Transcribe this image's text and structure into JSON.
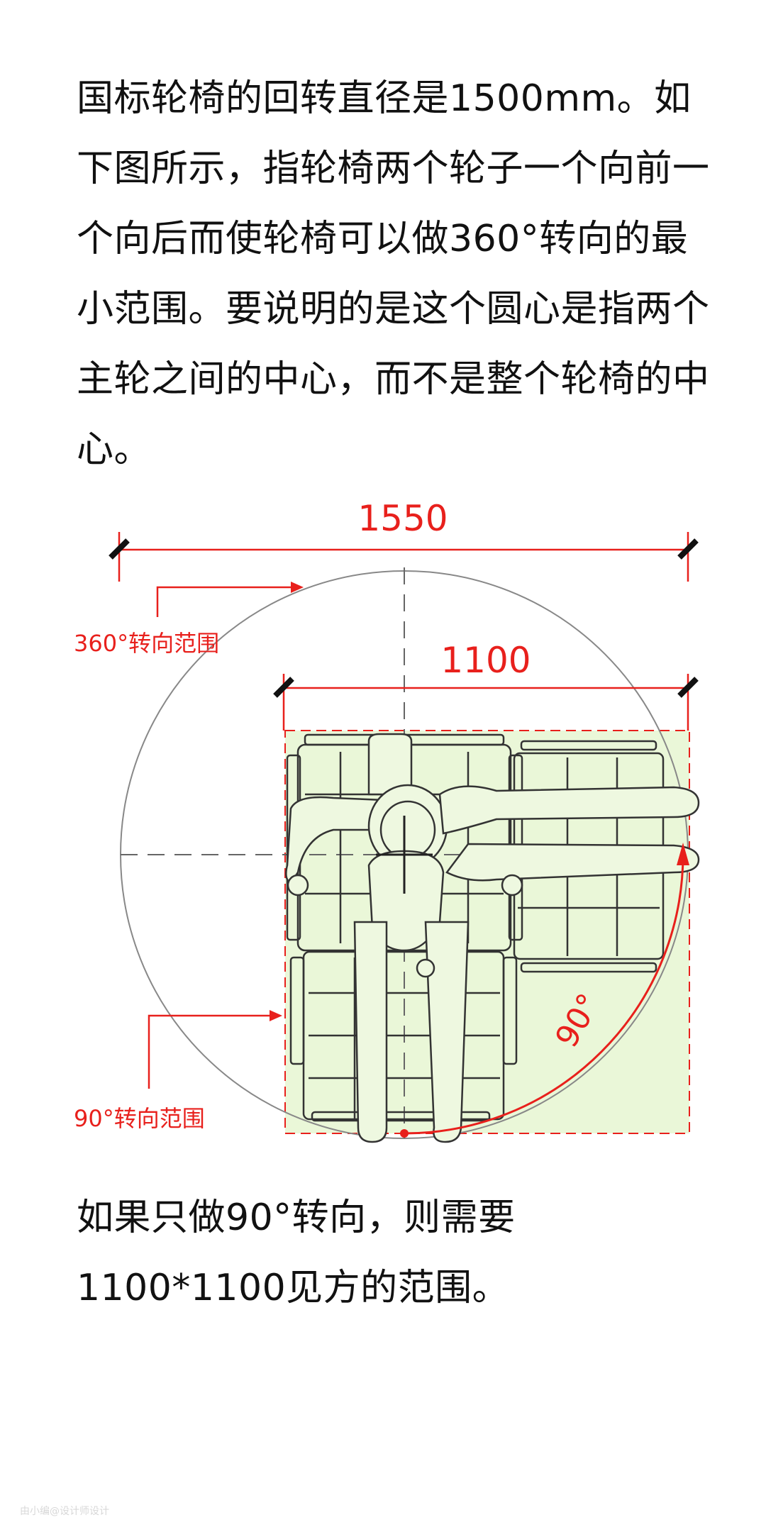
{
  "text": {
    "intro": "国标轮椅的回转直径是1500mm。如下图所示，指轮椅两个轮子一个向前一个向后而使轮椅可以做360°转向的最小范围。要说明的是这个圆心是指两个主轮之间的中心，而不是整个轮椅的中心。",
    "conclusion": "如果只做90°转向，则需要1100*1100见方的范围。"
  },
  "diagram": {
    "dim_outer": "1550",
    "dim_inner": "1100",
    "label_360": "360°转向范围",
    "label_90": "90°转向范围",
    "angle_label": "90°"
  },
  "colors": {
    "annotation_red": "#e8201c",
    "zone_fill": "#eaf7d8",
    "figure_fill": "#eef8e0",
    "line_dark": "#333333"
  },
  "watermark": "由小编@设计师设计"
}
